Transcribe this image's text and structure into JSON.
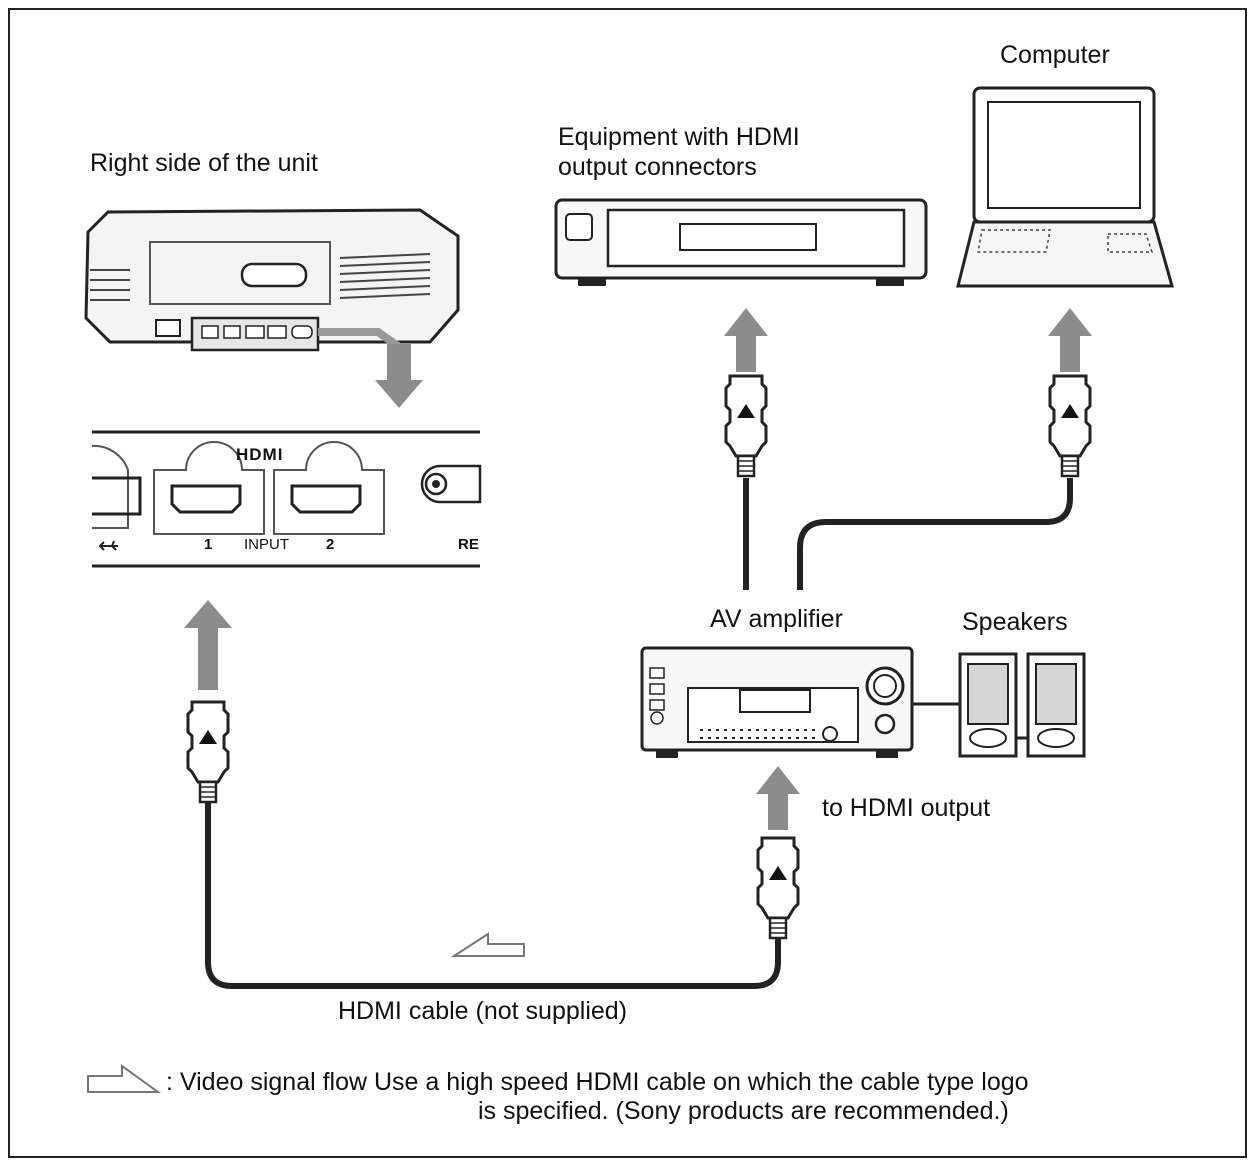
{
  "labels": {
    "right_side": "Right side of the unit",
    "equipment_line1": "Equipment with HDMI",
    "equipment_line2": "output connectors",
    "computer": "Computer",
    "av_amplifier": "AV amplifier",
    "speakers": "Speakers",
    "to_hdmi_output": "to HDMI output",
    "hdmi_cable": "HDMI cable (not supplied)",
    "legend_line1": ": Video signal flow Use a high speed HDMI cable on which the cable type logo",
    "legend_line2": "is specified. (Sony products are recommended.)"
  },
  "panel": {
    "logo": "HDMI",
    "port1": "1",
    "input": "INPUT",
    "port2": "2",
    "re": "RE"
  },
  "colors": {
    "arrow": "#8c8c8c",
    "line": "#222222"
  }
}
